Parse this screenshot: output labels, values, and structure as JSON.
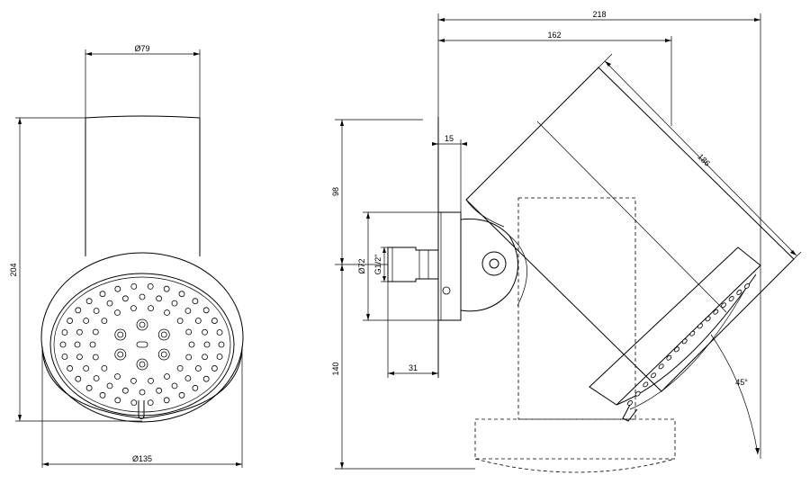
{
  "dimensions": {
    "front_top_diameter": "Ø79",
    "front_height": "204",
    "front_bottom_diameter": "Ø135",
    "side_total_width": "218",
    "side_arm_width": "162",
    "side_head_length": "186",
    "side_offset_small": "15",
    "side_height_upper": "98",
    "side_flange_diameter": "Ø72",
    "side_thread": "G1/2\"",
    "side_height_lower": "140",
    "side_base_depth": "31",
    "side_angle": "45°"
  }
}
